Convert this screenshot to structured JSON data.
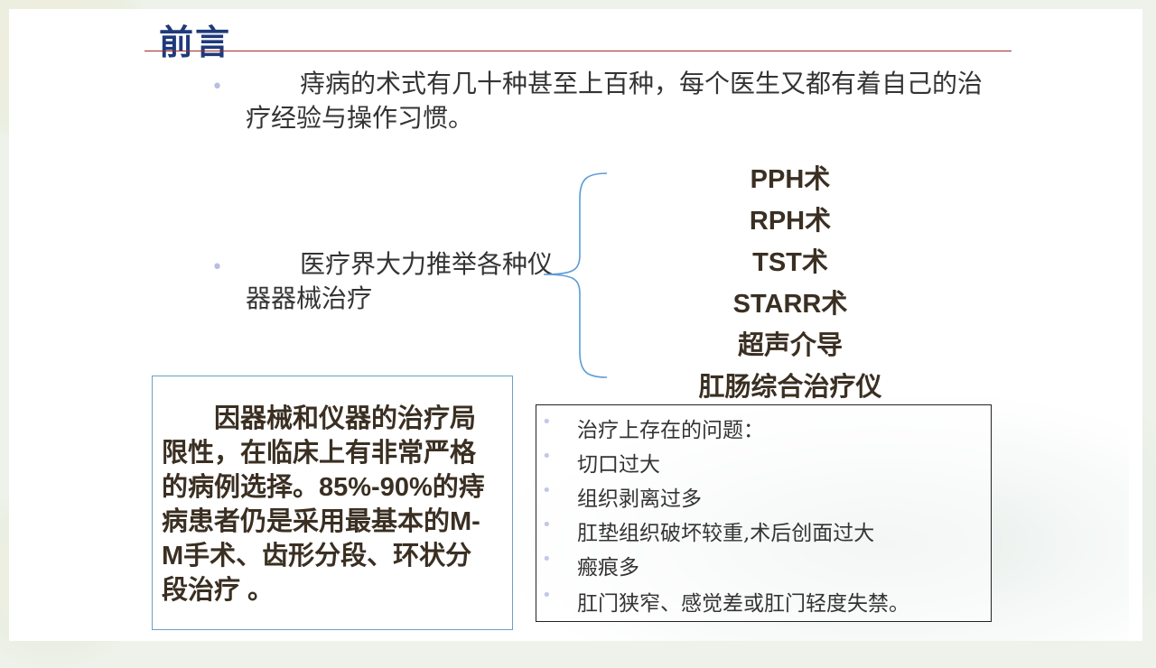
{
  "title": "前言",
  "intro": {
    "bullet": "•",
    "text": "痔病的术式有几十种甚至上百种，每个医生又都有着自己的治疗经验与操作习惯。"
  },
  "devices": {
    "bullet": "•",
    "text": "医疗界大力推举各种仪器器械治疗",
    "methods": [
      "PPH术",
      "RPH术",
      "TST术",
      "STARR术",
      "超声介导",
      "肛肠综合治疗仪"
    ]
  },
  "limitation_box": {
    "text": "因器械和仪器的治疗局限性，在临床上有非常严格的病例选择。85%-90%的痔病患者仍是采用最基本的M-M手术、齿形分段、环状分段治疗 。"
  },
  "issues_box": {
    "bullet": "•",
    "items": [
      "治疗上存在的问题：",
      "切口过大",
      "组织剥离过多",
      "肛垫组织破坏较重,术后创面过大",
      "瘢痕多",
      "肛门狭窄、感觉差或肛门轻度失禁。"
    ]
  },
  "colors": {
    "title": "#1f3a7a",
    "rule": "#a02a2a",
    "brace": "#5b9bd5",
    "left_box_border": "#6aa0c8",
    "bullet": "#b8bfe0"
  }
}
